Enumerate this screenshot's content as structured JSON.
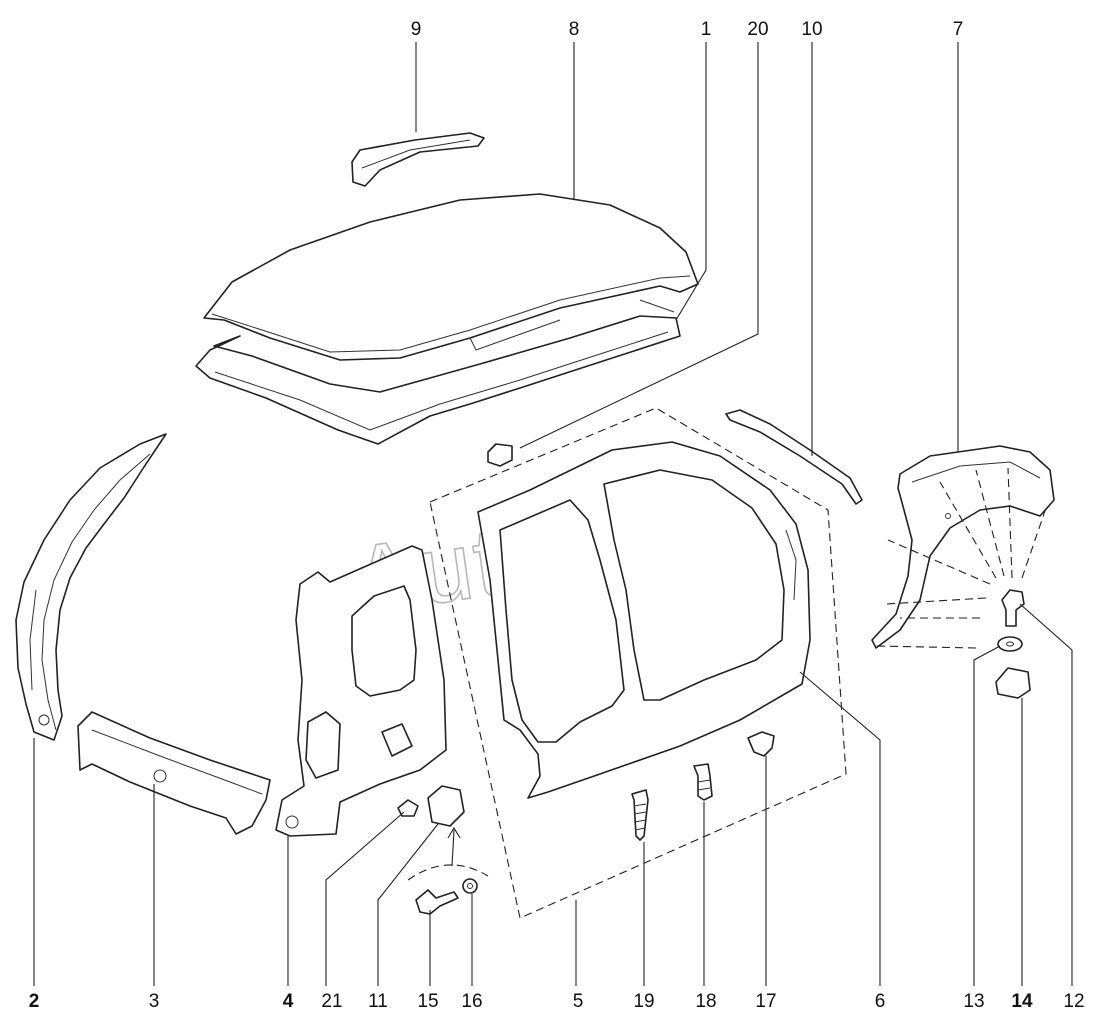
{
  "watermark": "AutoSoft",
  "callouts": {
    "c1": "1",
    "c2": "2",
    "c3": "3",
    "c4": "4",
    "c5": "5",
    "c6": "6",
    "c7": "7",
    "c8": "8",
    "c9": "9",
    "c10": "10",
    "c11": "11",
    "c12": "12",
    "c13": "13",
    "c14": "14",
    "c15": "15",
    "c16": "16",
    "c17": "17",
    "c18": "18",
    "c19": "19",
    "c20": "20",
    "c21": "21"
  }
}
